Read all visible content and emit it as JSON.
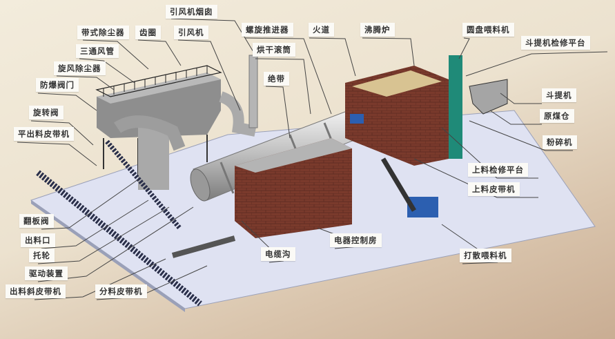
{
  "labels": {
    "chimney": "引风机烟囱",
    "bag_filter": "带式除尘器",
    "gear_ring": "齿圈",
    "induced_fan": "引风机",
    "screw_feeder": "螺旋推进器",
    "fire_duct": "火道",
    "boiling_furnace": "沸腾炉",
    "disc_feeder": "圆盘喂料机",
    "elevator_platform": "斗提机检修平台",
    "three_way_duct": "三通风管",
    "drying_drum": "烘干滚筒",
    "cyclone": "旋风除尘器",
    "riding_ring": "绝带",
    "explosion_valve": "防爆阀门",
    "bucket_elevator": "斗提机",
    "rotary_valve": "旋转阀",
    "coal_bin": "原煤仓",
    "flat_discharge_belt": "平出料皮带机",
    "crusher": "粉碎机",
    "feeding_platform": "上料检修平台",
    "feeding_belt": "上料皮带机",
    "flap_valve": "翻板阀",
    "discharge_port": "出料口",
    "support_roller": "托轮",
    "drive_unit": "驱动装置",
    "control_room": "电器控制房",
    "cable_trench": "电缆沟",
    "scatter_feeder": "打散喂料机",
    "inclined_discharge_belt": "出料斜皮带机",
    "distribution_belt": "分料皮带机"
  },
  "colors": {
    "floor": "#dfe2f2",
    "brick": "#7a3a2c",
    "drum": "#c9c9c9",
    "elevator": "#1f8a78",
    "feeder": "#2c5fb0"
  }
}
